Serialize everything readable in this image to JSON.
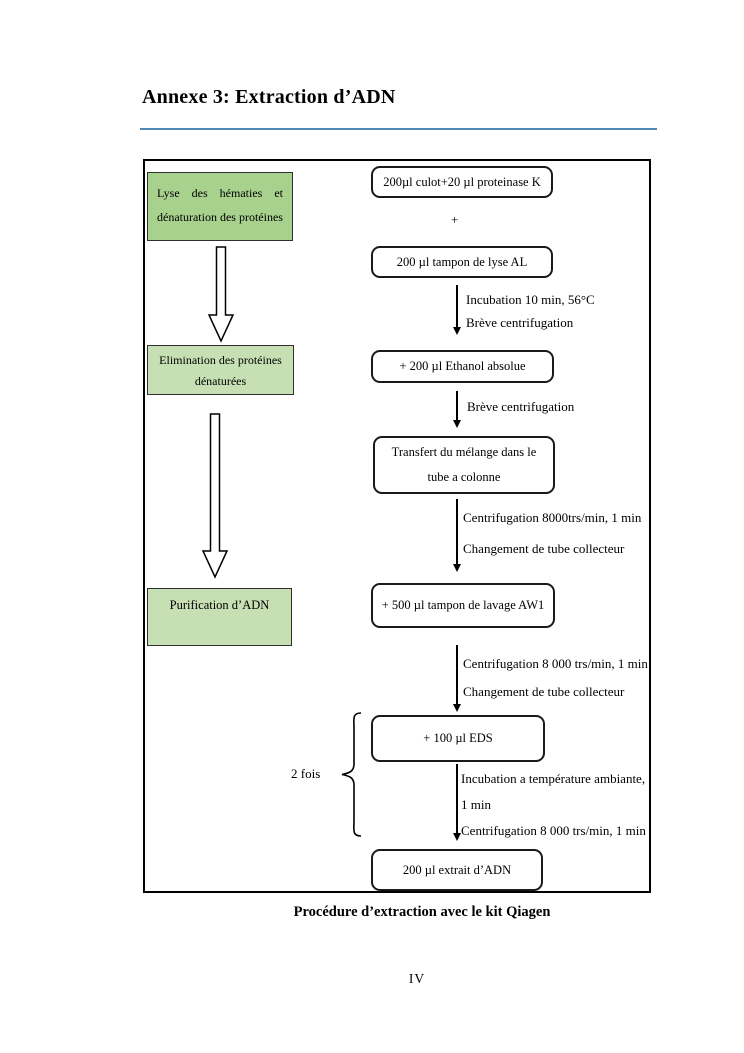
{
  "document": {
    "title": "Annexe 3: Extraction d’ADN",
    "figure_caption": "Procédure d’extraction avec le kit Qiagen",
    "page_number": "IV"
  },
  "colors": {
    "stage1_fill": "#a9d18e",
    "stage_fill": "#c6e0b4",
    "title_rule_blue": "#4f88b5",
    "line_black": "#000000"
  },
  "diagram": {
    "stages": [
      {
        "lines": [
          "Lyse des hématies et",
          "dénaturation des protéines"
        ]
      },
      {
        "lines": [
          "Elimination des protéines",
          "dénaturées"
        ]
      },
      {
        "lines": [
          "Purification d’ADN"
        ]
      }
    ],
    "boxes": {
      "culot": "200µl culot+20 µl proteinase K",
      "plus": "+",
      "lyse": "200 µl tampon de lyse AL",
      "ethanol": "+ 200 µl Ethanol absolue",
      "transfert_l1": "Transfert du mélange dans le",
      "transfert_l2": "tube a colonne",
      "aw1": "+ 500 µl tampon de lavage AW1",
      "eds": "+ 100 µl EDS",
      "extrait": "200 µl extrait d’ADN"
    },
    "steps": {
      "s1": [
        "Incubation 10 min, 56°C",
        "Brève centrifugation"
      ],
      "s2": [
        "Brève centrifugation"
      ],
      "s3": [
        "Centrifugation 8000trs/min, 1 min",
        "Changement de tube collecteur"
      ],
      "s4": [
        "Centrifugation 8 000 trs/min, 1 min",
        "Changement de tube collecteur"
      ],
      "s5": [
        "Incubation a température ambiante,",
        "1 min",
        "Centrifugation 8 000 trs/min, 1 min"
      ]
    },
    "repeat_label": "2 fois"
  }
}
